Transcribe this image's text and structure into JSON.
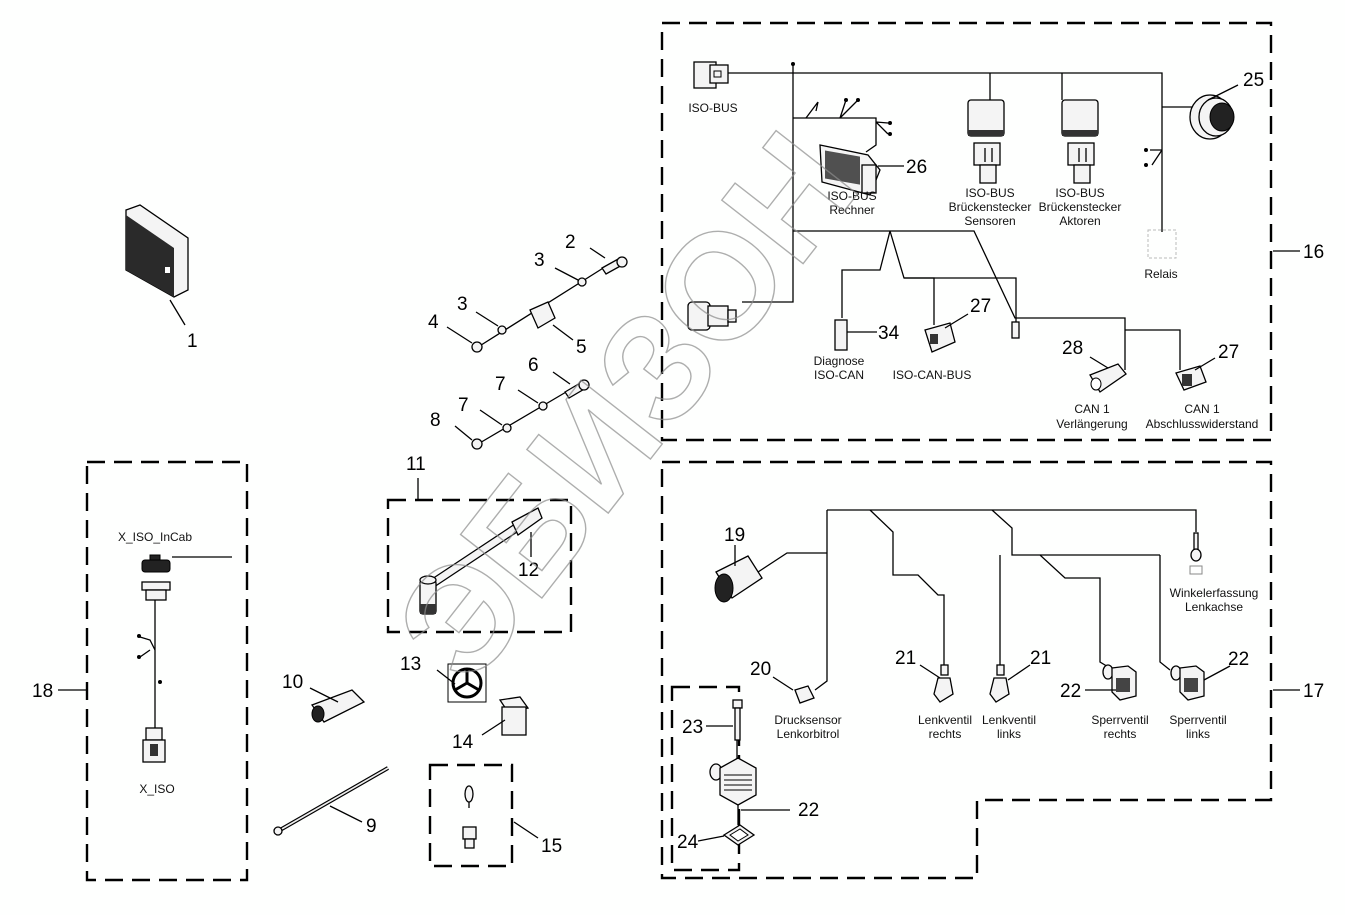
{
  "watermark": "ЭБИЗОН",
  "groups": [
    {
      "id": "16",
      "name": "isobus-harness-group"
    },
    {
      "id": "17",
      "name": "steering-harness-group"
    },
    {
      "id": "18",
      "name": "incab-cable-group"
    },
    {
      "id": "11",
      "name": "cable-group-11"
    },
    {
      "id": "15",
      "name": "fuse-relay-group"
    },
    {
      "id": "22",
      "name": "valve-plug-group"
    }
  ],
  "callouts": {
    "c1": "1",
    "c2": "2",
    "c3a": "3",
    "c3b": "3",
    "c4": "4",
    "c5": "5",
    "c6": "6",
    "c7a": "7",
    "c7b": "7",
    "c8": "8",
    "c9": "9",
    "c10": "10",
    "c11": "11",
    "c12": "12",
    "c13": "13",
    "c14": "14",
    "c15": "15",
    "c16": "16",
    "c17": "17",
    "c18": "18",
    "c19": "19",
    "c20": "20",
    "c21a": "21",
    "c21b": "21",
    "c22a": "22",
    "c22b": "22",
    "c22c": "22",
    "c23": "23",
    "c24": "24",
    "c25": "25",
    "c26": "26",
    "c27a": "27",
    "c27b": "27",
    "c28": "28",
    "c34": "34"
  },
  "labels": {
    "isobus": "ISO-BUS",
    "rechner_1": "ISO-BUS",
    "rechner_2": "Rechner",
    "bs_sensoren_1": "ISO-BUS",
    "bs_sensoren_2": "Brückenstecker",
    "bs_sensoren_3": "Sensoren",
    "bs_aktoren_1": "ISO-BUS",
    "bs_aktoren_2": "Brückenstecker",
    "bs_aktoren_3": "Aktoren",
    "relais": "Relais",
    "diagnose_1": "Diagnose",
    "diagnose_2": "ISO-CAN",
    "isocanbus": "ISO-CAN-BUS",
    "can_verl_1": "CAN 1",
    "can_verl_2": "Verlängerung",
    "can_absch_1": "CAN 1",
    "can_absch_2": "Abschlusswiderstand",
    "x_iso_incab": "X_ISO_InCab",
    "x_iso": "X_ISO",
    "winkel_1": "Winkelerfassung",
    "winkel_2": "Lenkachse",
    "druck_1": "Drucksensor",
    "druck_2": "Lenkorbitrol",
    "lv_rechts_1": "Lenkventil",
    "lv_rechts_2": "rechts",
    "lv_links_1": "Lenkventil",
    "lv_links_2": "links",
    "sv_rechts_1": "Sperrventil",
    "sv_rechts_2": "rechts",
    "sv_links_1": "Sperrventil",
    "sv_links_2": "links"
  }
}
